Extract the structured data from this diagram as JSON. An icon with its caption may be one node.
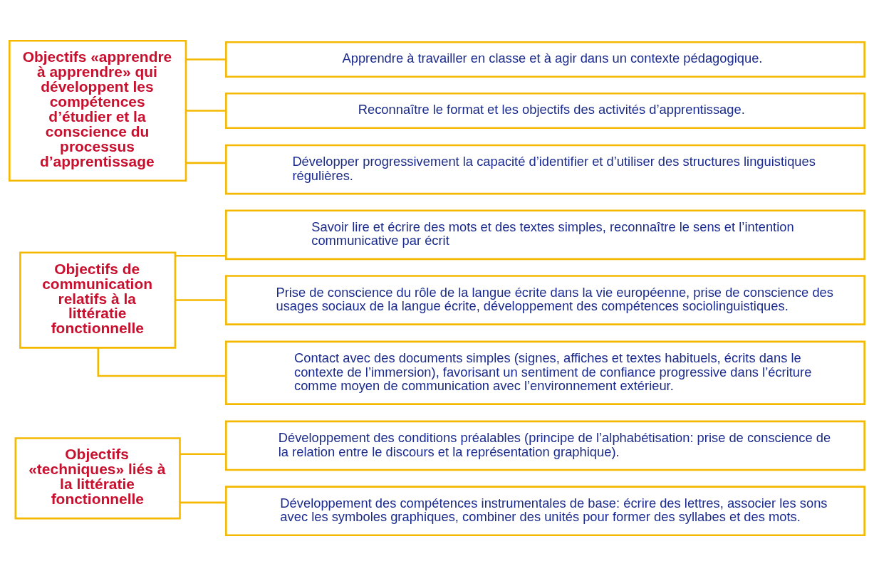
{
  "diagram": {
    "nodes": [
      {
        "text": [
          "Objectifs «techniques» liés à la littératie fonctionnelle"
        ]
      },
      {
        "text": [
          "Développement des conditions préalables (principe de l’alphabétisation: prise de conscience de la relation entre le discours et la représentation graphique)."
        ]
      },
      {
        "text": [
          "Développement des compétences instrumentales de base: écrire des lettres, associer les sons avec les symboles graphiques, combiner des unités pour former des syllabes et des mots."
        ]
      },
      {
        "text": [
          "Objectifs de communication relatifs à la littératie fonctionnelle"
        ]
      },
      {
        "text": [
          "Savoir lire et écrire des mots et des textes simples, reconnaître le sens et l’intention communicative par écrit"
        ]
      },
      {
        "text": [
          "Prise de conscience du rôle de la langue écrite dans la vie européenne, prise de conscience des usages sociaux de la langue écrite, développement des compétences sociolinguistiques."
        ]
      },
      {
        "text": [
          "Contact avec des documents simples (signes, affiches et textes habituels, écrits dans le contexte de l’immersion), favorisant un sentiment de confiance progressive dans l’écriture comme moyen de communication avec l’environnement extérieur."
        ]
      },
      {
        "text": [
          "Objectifs «apprendre à apprendre» qui développent les compétences d’étudier et la conscience du processus d’apprentissage"
        ]
      },
      {
        "text": [
          "Apprendre à travailler en classe et à agir dans un contexte pédagogique."
        ]
      },
      {
        "text": [
          "Reconnaître le format et les objectifs des activités d’apprentissage."
        ]
      },
      {
        "text": [
          "Développer progressivement la capacité d’identifier et d’utiliser des structures linguistiques régulières."
        ]
      }
    ],
    "edges": [
      {
        "from": 0,
        "to": 1,
        "arrow": "none"
      },
      {
        "from": 0,
        "to": 2,
        "arrow": "none"
      },
      {
        "from": 3,
        "to": 4,
        "arrow": "none"
      },
      {
        "from": 3,
        "to": 5,
        "arrow": "none"
      },
      {
        "from": 3,
        "to": 6,
        "arrow": "none"
      },
      {
        "from": 7,
        "to": 8,
        "arrow": "none"
      },
      {
        "from": 7,
        "to": 9,
        "arrow": "none"
      },
      {
        "from": 7,
        "to": 10,
        "arrow": "none"
      }
    ]
  }
}
